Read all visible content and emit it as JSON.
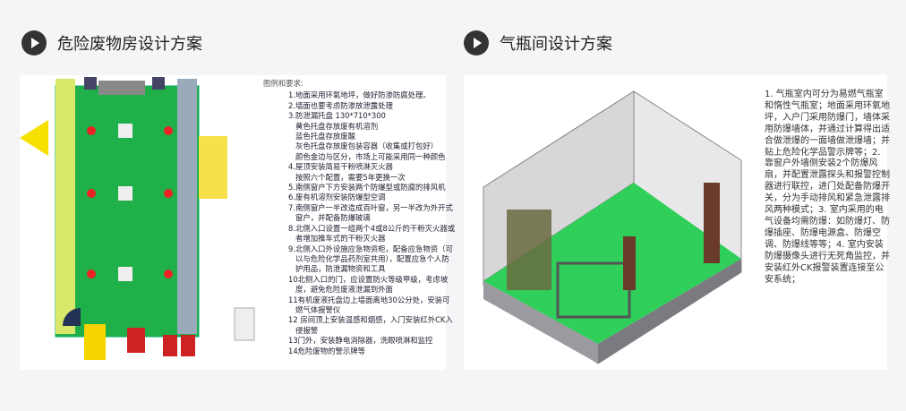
{
  "left": {
    "title": "危险废物房设计方案",
    "legend_title": "图例和要求:",
    "lines": [
      "1.地面采用环氧地坪，做好防渗防腐处理。",
      "2.墙面也要考虑防渗放泄露处理",
      "3.防泄漏托盘 130*710*300",
      "黄色托盘存放废有机溶剂",
      "蓝色托盘存放废酸",
      "灰色托盘存放废包装容器（收集或打包好）",
      "颜色金边与区分，市场上可能采用同一种颜色",
      "4.屋顶安装简易干粉喷淋灭火器",
      "按照六个配置，需要5年更换一次",
      "5.南侧窗户下方安装两个防爆型或防腐的排风机",
      "6.废有机溶剂安装防爆型空调",
      "7.南侧窗户一半改造成百叶窗，另一半改为外开式",
      "窗户，并配备防爆玻璃",
      "8.北侧入口设置一组两个4或8公斤的干粉灭火器或",
      "者增加推车式的干粉灭火器",
      "9.北侧入口外设施应急物资柜，配备应急物资（可",
      "以与危险化学品药剂室共用），配置应急个人防",
      "护用品，防泄漏物资和工具",
      "10北侧入口的门，应设置防火等级甲级，考虑坡",
      "度，避免危险废液泄漏到外面",
      "11有机废液托盘边上墙面离地30公分处，安装可",
      "燃气体报警仪",
      "12 房间顶上安装温感和烟感，入门安装红外CK入",
      "侵报警",
      "13门外，安装静电消除器，洗眼喷淋和监控",
      "14危险废物的警示牌等"
    ]
  },
  "right": {
    "title": "气瓶间设计方案",
    "notes": "1. 气瓶室内可分为易燃气瓶室和惰性气瓶室；地面采用环氧地坪，入户门采用防爆门，墙体采用防爆墙体，并通过计算得出适合做泄爆的一面墙做泄爆墙；并贴上危险化学品警示牌等；2. 靠窗户外墙侧安装2个防爆风扇，并配置泄露探头和报警控制器进行联控，进门处配备防爆开关，分为手动排风和紧急泄露排风两种模式；3. 室内采用的电气设备均需防爆：如防爆灯、防爆插座、防爆电源盒、防爆空调、防爆线等等；4. 室内安装防爆摄像头进行无死角监控，并安装红外CK报警装置连接至公安系统；"
  }
}
